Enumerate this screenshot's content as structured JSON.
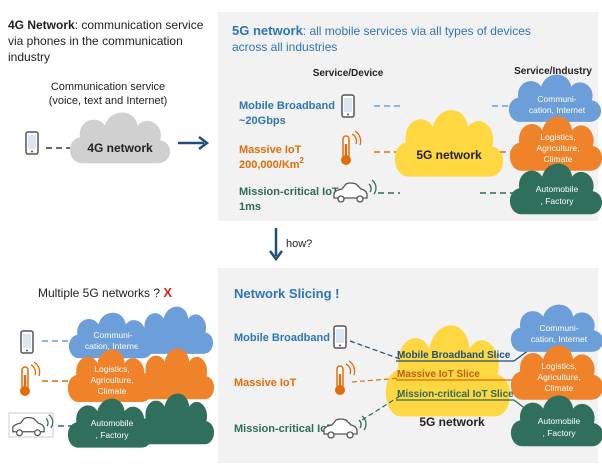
{
  "top_left": {
    "title_bold": "4G Network",
    "title_rest": ": communication service",
    "title_line2": "via phones in the communication",
    "title_line3": "industry",
    "service_label_1": "Communication service",
    "service_label_2": "(voice, text and Internet)",
    "cloud_label": "4G network"
  },
  "top_right": {
    "title_bold": "5G network",
    "title_rest": ": all mobile services via all types of devices",
    "title_line2": "across all industries",
    "col_device": "Service/Device",
    "col_industry": "Service/Industry",
    "services": [
      {
        "name": "Mobile Broadband",
        "metric": "~20Gbps",
        "color": "#2e75b6"
      },
      {
        "name": "Massive IoT",
        "metric": "200,000/Km",
        "metric_sup": "2",
        "color": "#e36c09"
      },
      {
        "name": "Mission-critical IoT",
        "metric": "1ms",
        "color": "#2e6b5a"
      }
    ],
    "industries": [
      {
        "l1": "Communi-",
        "l2": "cation, Internet"
      },
      {
        "l1": "Logistics,",
        "l2": "Agriculture,",
        "l3": "Climate"
      },
      {
        "l1": "Automobile",
        "l2": ", Factory"
      }
    ],
    "cloud_label": "5G network"
  },
  "how_label": "how?",
  "bottom_left": {
    "title": "Multiple 5G networks ? ",
    "title_mark": "X",
    "industries": [
      {
        "l1": "Communi-",
        "l2": "cation, Internet"
      },
      {
        "l1": "Logistics,",
        "l2": "Agriculture,",
        "l3": "Climate"
      },
      {
        "l1": "Automobile",
        "l2": ", Factory"
      }
    ]
  },
  "bottom_right": {
    "title": "Network Slicing !",
    "services": [
      "Mobile Broadband",
      "Massive IoT",
      "Mission-critical IoT"
    ],
    "slices": [
      "Mobile Broadband Slice",
      "Massive IoT Slice",
      "Mission-critical IoT Slice"
    ],
    "cloud_label": "5G network",
    "industries": [
      {
        "l1": "Communi-",
        "l2": "cation, Internet"
      },
      {
        "l1": "Logistics,",
        "l2": "Agriculture,",
        "l3": "Climate"
      },
      {
        "l1": "Automobile",
        "l2": ", Factory"
      }
    ]
  },
  "colors": {
    "blue": "#2e75b6",
    "orange": "#e36c09",
    "green": "#2e6b5a",
    "cloud_blue": "#6c9ed9",
    "cloud_orange": "#f0822a",
    "cloud_green": "#2f6f5c",
    "cloud_yellow": "#ffd740",
    "cloud_gray": "#d0d0d0",
    "panel_bg": "#f2f2f2",
    "arrow": "#1f4e79",
    "red_x": "#e02020"
  }
}
